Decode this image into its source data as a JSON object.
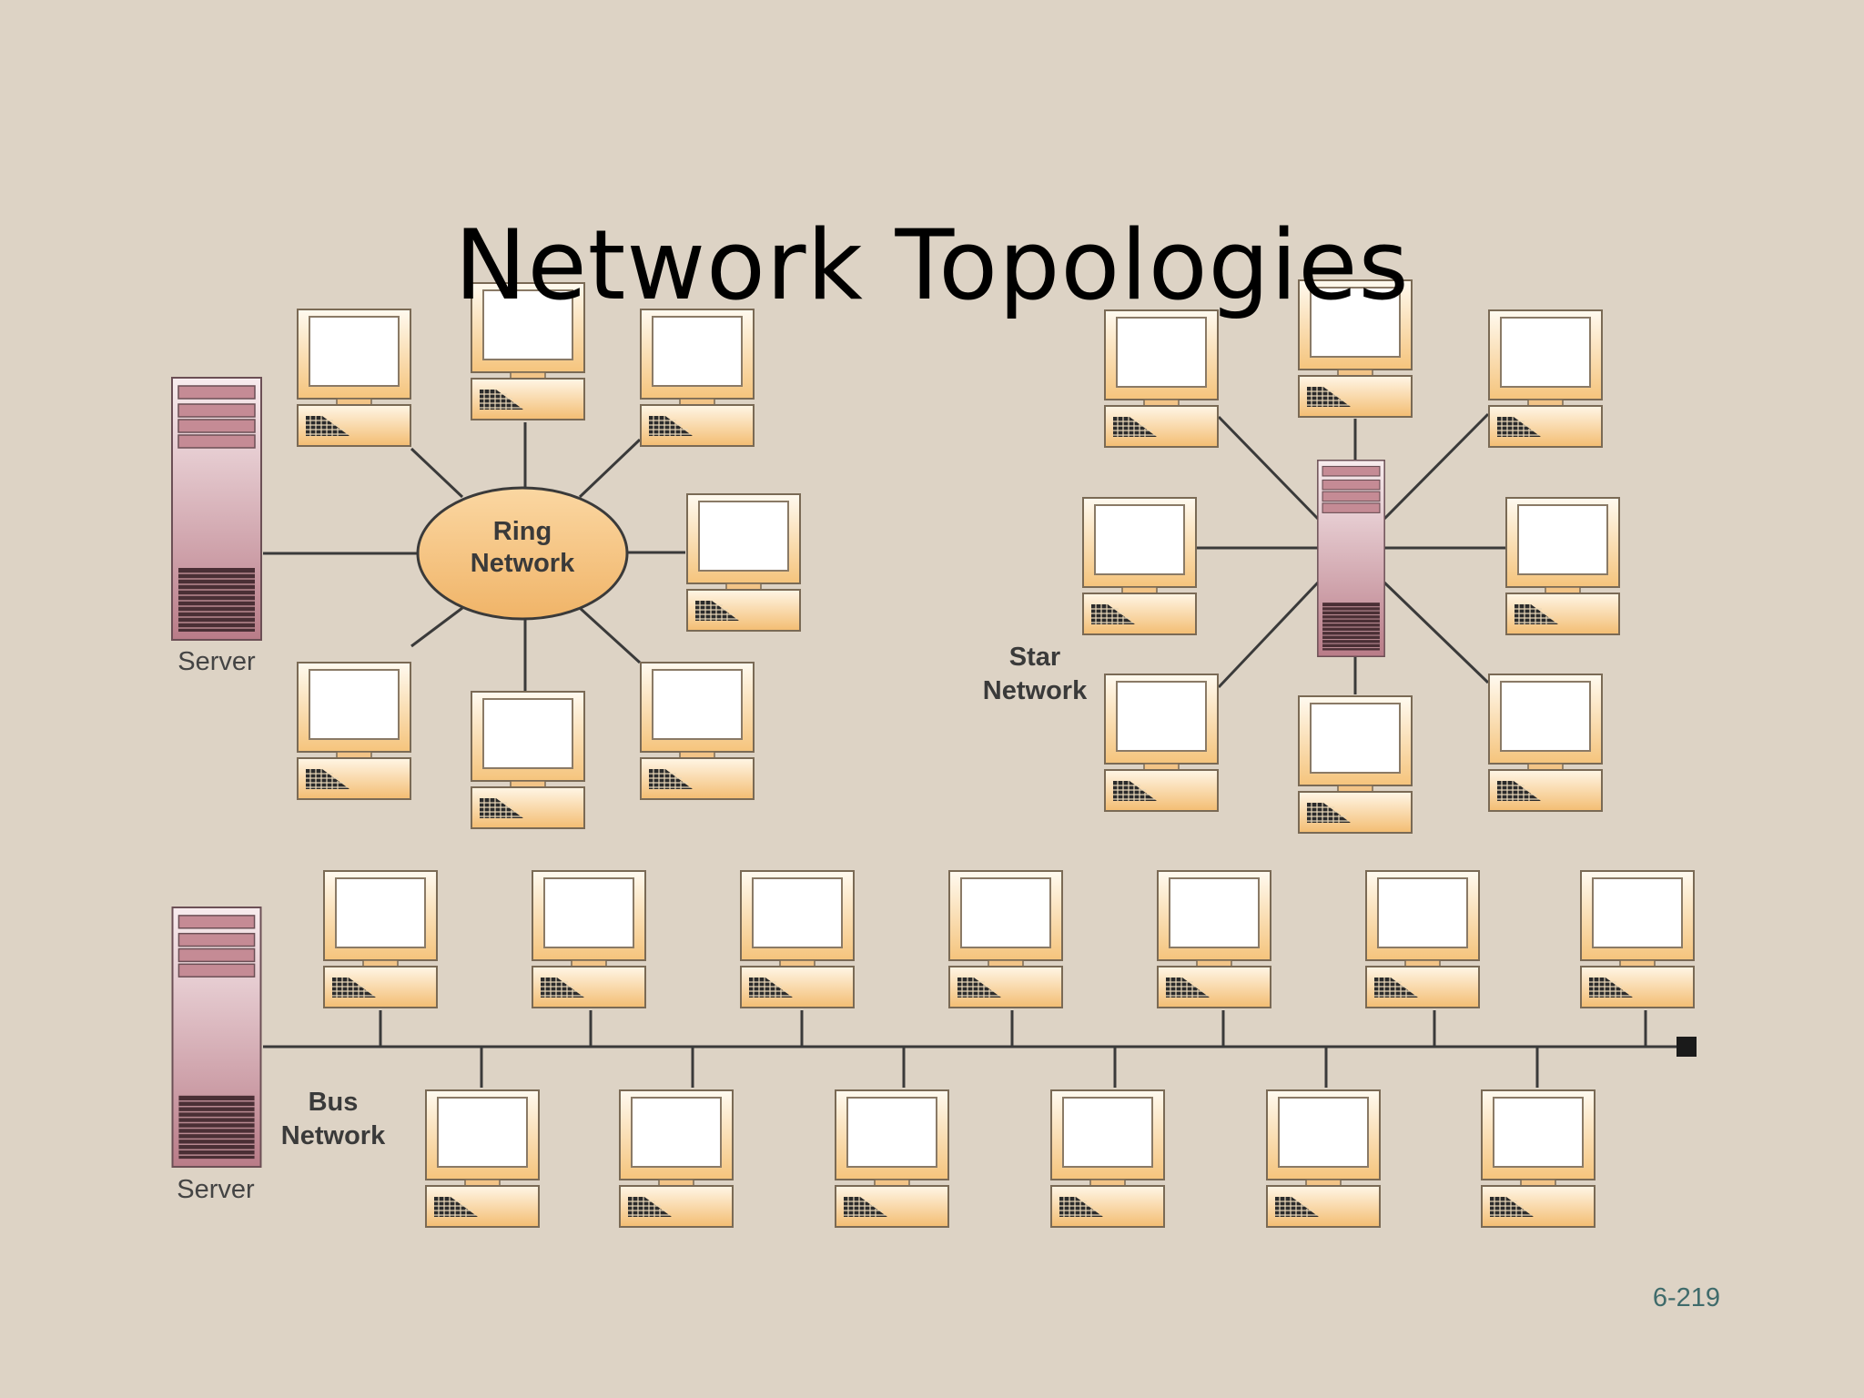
{
  "slide": {
    "title": "Network Topologies",
    "page_number": "6-219"
  },
  "ring": {
    "hub_line1": "Ring",
    "hub_line2": "Network",
    "server_label": "Server"
  },
  "star": {
    "label_line1": "Star",
    "label_line2": "Network"
  },
  "bus": {
    "label_line1": "Bus",
    "label_line2": "Network",
    "server_label": "Server"
  },
  "colors": {
    "background": "#ddd3c5",
    "computer_fill": "#f9d89e",
    "hub_fill": "#f5c27e",
    "server_fill": "#c48f98",
    "line": "#3a3a3a"
  }
}
